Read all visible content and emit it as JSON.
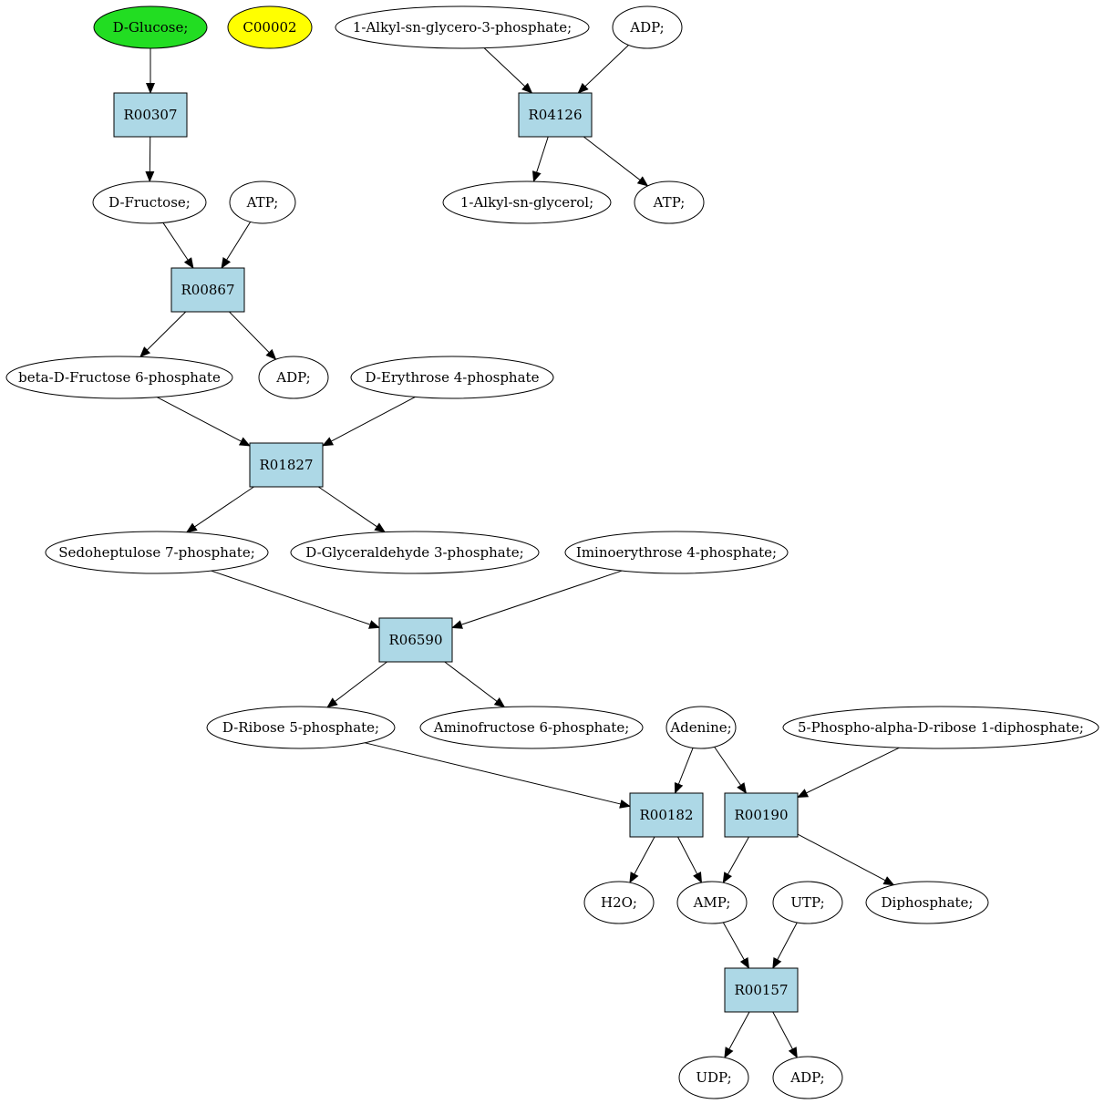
{
  "colors": {
    "compound_fill": "#ffffff",
    "start_compound_fill": "#22dd22",
    "highlight_compound_fill": "#ffff00",
    "reaction_fill": "#add8e6",
    "stroke": "#000000"
  },
  "nodes": {
    "glucose": {
      "label": "D-Glucose;",
      "kind": "compound",
      "style": "start"
    },
    "c00002": {
      "label": "C00002",
      "kind": "compound",
      "style": "highlight"
    },
    "alkylglycerophosphate": {
      "label": "1-Alkyl-sn-glycero-3-phosphate;",
      "kind": "compound"
    },
    "adp_top": {
      "label": "ADP;",
      "kind": "compound"
    },
    "r00307": {
      "label": "R00307",
      "kind": "reaction"
    },
    "r04126": {
      "label": "R04126",
      "kind": "reaction"
    },
    "fructose": {
      "label": "D-Fructose;",
      "kind": "compound"
    },
    "atp_left": {
      "label": "ATP;",
      "kind": "compound"
    },
    "alkylglycerol": {
      "label": "1-Alkyl-sn-glycerol;",
      "kind": "compound"
    },
    "atp_right": {
      "label": "ATP;",
      "kind": "compound"
    },
    "r00867": {
      "label": "R00867",
      "kind": "reaction"
    },
    "fructose6p": {
      "label": "beta-D-Fructose 6-phosphate",
      "kind": "compound"
    },
    "adp_mid": {
      "label": "ADP;",
      "kind": "compound"
    },
    "erythrose4p": {
      "label": "D-Erythrose 4-phosphate",
      "kind": "compound"
    },
    "r01827": {
      "label": "R01827",
      "kind": "reaction"
    },
    "sedoheptulose7p": {
      "label": "Sedoheptulose 7-phosphate;",
      "kind": "compound"
    },
    "glyceraldehyde3p": {
      "label": "D-Glyceraldehyde 3-phosphate;",
      "kind": "compound"
    },
    "iminoerythrose4p": {
      "label": "Iminoerythrose 4-phosphate;",
      "kind": "compound"
    },
    "r06590": {
      "label": "R06590",
      "kind": "reaction"
    },
    "ribose5p": {
      "label": "D-Ribose 5-phosphate;",
      "kind": "compound"
    },
    "aminofructose6p": {
      "label": "Aminofructose 6-phosphate;",
      "kind": "compound"
    },
    "adenine": {
      "label": "Adenine;",
      "kind": "compound"
    },
    "prpp": {
      "label": "5-Phospho-alpha-D-ribose 1-diphosphate;",
      "kind": "compound"
    },
    "r00182": {
      "label": "R00182",
      "kind": "reaction"
    },
    "r00190": {
      "label": "R00190",
      "kind": "reaction"
    },
    "h2o": {
      "label": "H2O;",
      "kind": "compound"
    },
    "amp": {
      "label": "AMP;",
      "kind": "compound"
    },
    "utp": {
      "label": "UTP;",
      "kind": "compound"
    },
    "diphosphate": {
      "label": "Diphosphate;",
      "kind": "compound"
    },
    "r00157": {
      "label": "R00157",
      "kind": "reaction"
    },
    "udp": {
      "label": "UDP;",
      "kind": "compound"
    },
    "adp_bottom": {
      "label": "ADP;",
      "kind": "compound"
    }
  },
  "edges": [
    [
      "glucose",
      "r00307"
    ],
    [
      "r00307",
      "fructose"
    ],
    [
      "alkylglycerophosphate",
      "r04126"
    ],
    [
      "adp_top",
      "r04126"
    ],
    [
      "r04126",
      "alkylglycerol"
    ],
    [
      "r04126",
      "atp_right"
    ],
    [
      "fructose",
      "r00867"
    ],
    [
      "atp_left",
      "r00867"
    ],
    [
      "r00867",
      "fructose6p"
    ],
    [
      "r00867",
      "adp_mid"
    ],
    [
      "fructose6p",
      "r01827"
    ],
    [
      "erythrose4p",
      "r01827"
    ],
    [
      "r01827",
      "sedoheptulose7p"
    ],
    [
      "r01827",
      "glyceraldehyde3p"
    ],
    [
      "sedoheptulose7p",
      "r06590"
    ],
    [
      "iminoerythrose4p",
      "r06590"
    ],
    [
      "r06590",
      "ribose5p"
    ],
    [
      "r06590",
      "aminofructose6p"
    ],
    [
      "ribose5p",
      "r00182"
    ],
    [
      "adenine",
      "r00182"
    ],
    [
      "adenine",
      "r00190"
    ],
    [
      "prpp",
      "r00190"
    ],
    [
      "r00182",
      "h2o"
    ],
    [
      "r00182",
      "amp"
    ],
    [
      "r00190",
      "amp"
    ],
    [
      "r00190",
      "diphosphate"
    ],
    [
      "amp",
      "r00157"
    ],
    [
      "utp",
      "r00157"
    ],
    [
      "r00157",
      "udp"
    ],
    [
      "r00157",
      "adp_bottom"
    ]
  ]
}
